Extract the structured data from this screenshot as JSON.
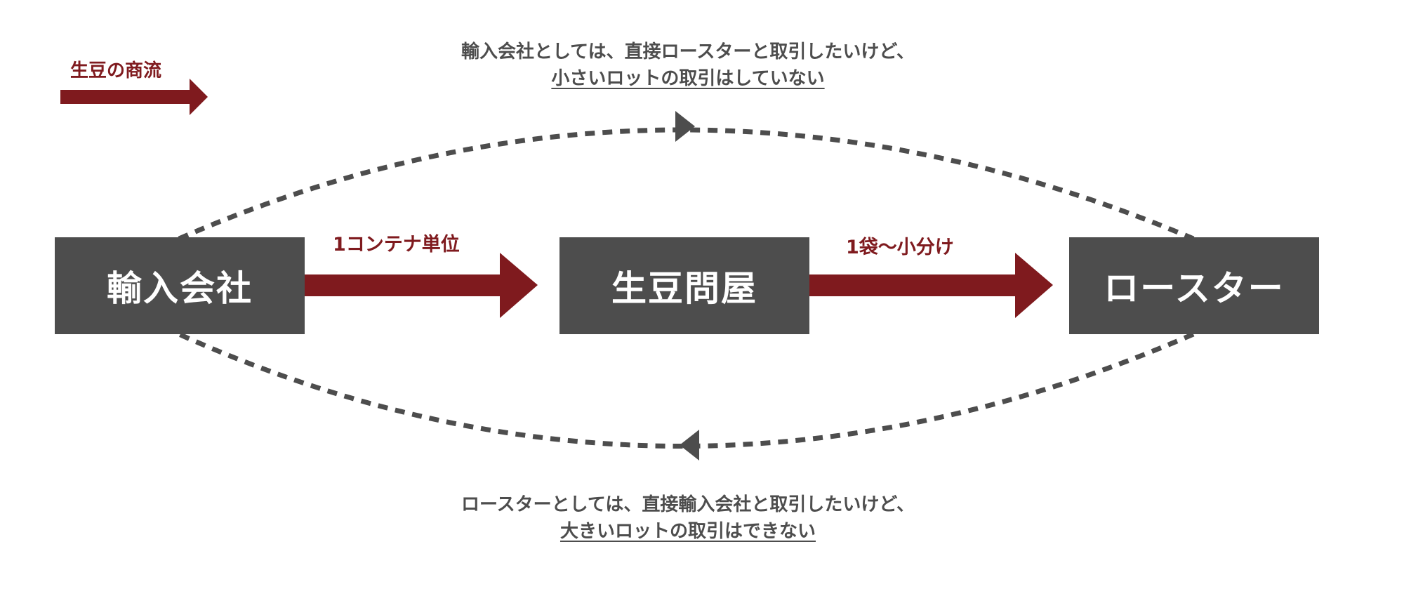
{
  "legend": {
    "label": "生豆の商流",
    "arrow_color": "#7f1a1e"
  },
  "nodes": [
    {
      "id": "importer",
      "label": "輸入会社"
    },
    {
      "id": "wholesaler",
      "label": "生豆問屋"
    },
    {
      "id": "roaster",
      "label": "ロースター"
    }
  ],
  "flows": [
    {
      "from": "importer",
      "to": "wholesaler",
      "label": "1コンテナ単位"
    },
    {
      "from": "wholesaler",
      "to": "roaster",
      "label": "1袋〜小分け"
    }
  ],
  "notes": {
    "top": {
      "line1": "輸入会社としては、直接ロースターと取引したいけど、",
      "line2": "小さいロットの取引はしていない"
    },
    "bottom": {
      "line1": "ロースターとしては、直接輸入会社と取引したいけど、",
      "line2": "大きいロットの取引はできない"
    }
  },
  "colors": {
    "box": "#4d4d4d",
    "flow_arrow": "#7f1a1e",
    "dashed_curve": "#4d4d4d",
    "label_text": "#7f1a1e",
    "note_text": "#4d4d4d"
  }
}
